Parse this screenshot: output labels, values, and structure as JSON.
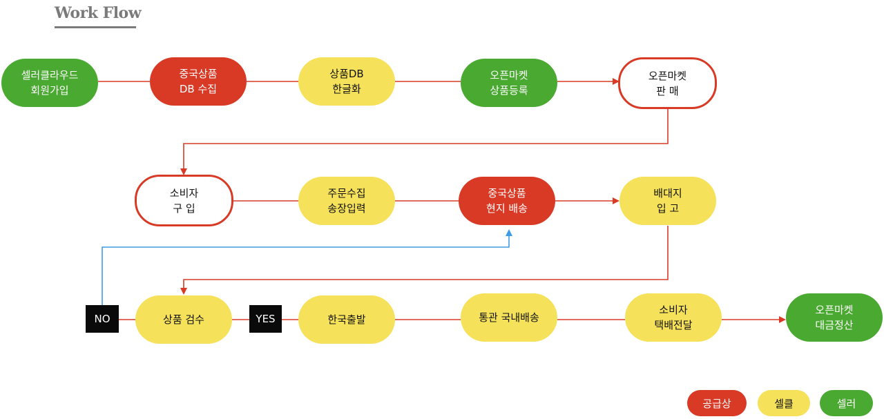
{
  "title": "Work Flow",
  "colors": {
    "supplier": "#d83a26",
    "sellcle": "#f5e15a",
    "seller": "#4aa931",
    "flow_arrow": "#d83a26",
    "no_arrow": "#3e9be8",
    "tag_bg": "#0a0a0a"
  },
  "nodes": {
    "signup": "셀러클라우드\n회원가입",
    "china_collect": "중국상품\nDB 수집",
    "localize": "상품DB\n한글화",
    "market_register": "오픈마켓\n상품등록",
    "market_sale": "오픈마켓\n판    매",
    "consumer_buy": "소비자\n구    입",
    "order_collect": "주문수집\n송장입력",
    "china_ship": "중국상품\n현지 배송",
    "warehouse_in": "배대지\n입    고",
    "inspect": "상품 검수",
    "korea_depart": "한국출발",
    "customs": "통관 국내배송",
    "courier": "소비자\n택배전달",
    "settlement": "오픈마켓\n대금정산"
  },
  "tags": {
    "no": "NO",
    "yes": "YES"
  },
  "legend": {
    "supplier": "공급상",
    "sellcle": "셀클",
    "seller": "셀러"
  }
}
